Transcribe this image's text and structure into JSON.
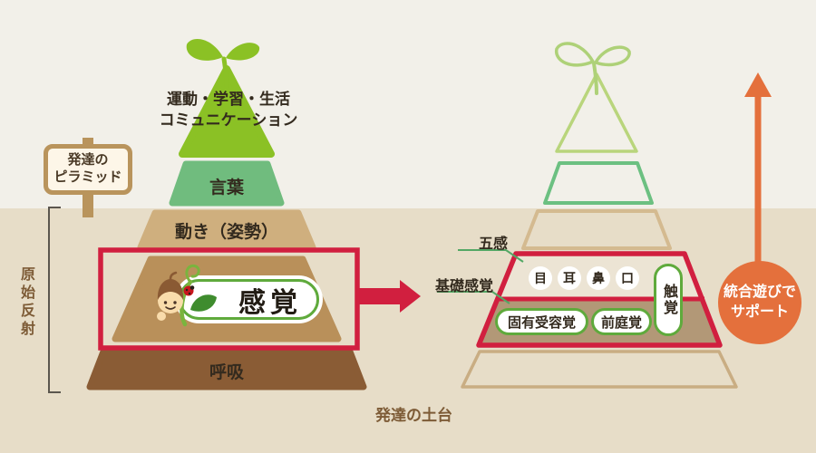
{
  "background": {
    "sky_color": "#f2f0e9",
    "ground_color": "#e7ddc8"
  },
  "sign": {
    "line1": "発達の",
    "line2": "ピラミッド"
  },
  "left_pyramid": {
    "sprout_color": "#8bc125",
    "top_label": {
      "line1": "運動・学習・生活",
      "line2": "コミュニケーション"
    },
    "triangle_color": "#8bc125",
    "layers": [
      {
        "label": "言葉",
        "color": "#70bc7e"
      },
      {
        "label": "動き（姿勢）",
        "color": "#cfaf7e"
      },
      {
        "label": "感覚",
        "color": "#b9905a"
      },
      {
        "label": "呼吸",
        "color": "#8a5c35"
      }
    ],
    "reflex_label": "原始反射"
  },
  "highlight": {
    "accent_red": "#d11f3f",
    "pill_green": "#5faa3c"
  },
  "right_pyramid": {
    "outline_colors": {
      "triangle": "#b9d57c",
      "level2": "#6cc081",
      "level3": "#d4ba90",
      "base": "#c9ad83"
    },
    "five_senses_label": "五感",
    "basic_senses_label": "基礎感覚",
    "sense_circles": [
      "目",
      "耳",
      "鼻",
      "口"
    ],
    "touch_label": "触覚",
    "proprioception_label": "固有受容覚",
    "vestibular_label": "前庭覚",
    "upper_fill": "#ece4d4",
    "lower_fill": "#b29877"
  },
  "support_badge": {
    "line1": "統合遊びで",
    "line2": "サポート",
    "color": "#e4703c"
  },
  "foundation_label": "発達の土台"
}
